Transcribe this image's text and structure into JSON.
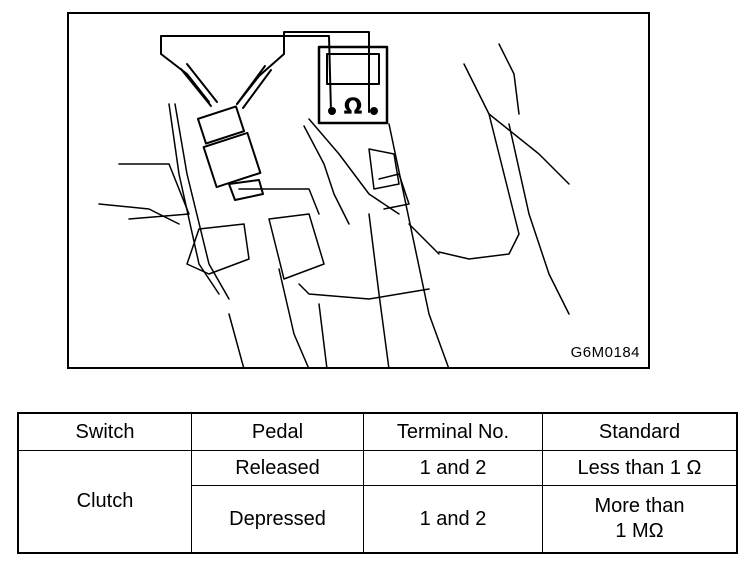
{
  "figure": {
    "code": "G6M0184",
    "meter_symbol": "Ω"
  },
  "table": {
    "headers": {
      "switch": "Switch",
      "pedal": "Pedal",
      "terminal": "Terminal No.",
      "standard": "Standard"
    },
    "switch_name": "Clutch",
    "rows": [
      {
        "pedal": "Released",
        "terminal": "1 and 2",
        "standard": "Less than 1 Ω"
      },
      {
        "pedal": "Depressed",
        "terminal": "1 and 2",
        "standard_line1": "More than",
        "standard_line2": "1 MΩ"
      }
    ]
  }
}
